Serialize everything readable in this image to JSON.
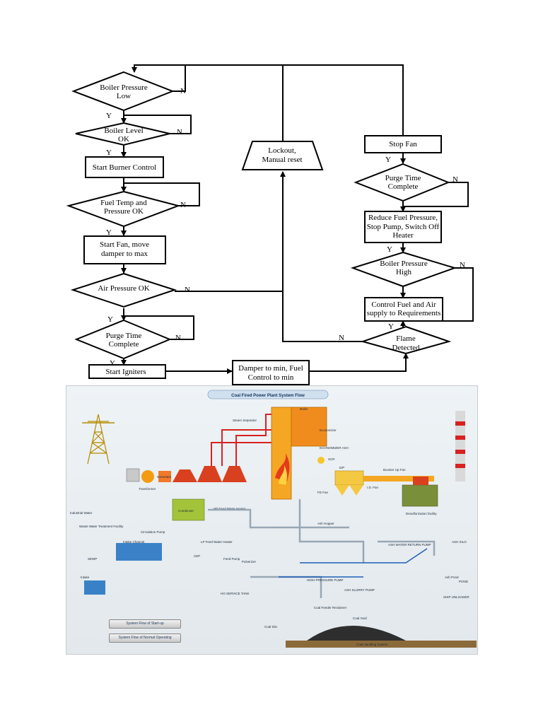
{
  "flowchart": {
    "nodes": {
      "boiler_pressure_low": [
        "Boiler Pressure",
        "Low"
      ],
      "boiler_level_ok": [
        "Boiler Level",
        "OK"
      ],
      "start_burner_control": "Start Burner Control",
      "fuel_temp_pressure_ok": [
        "Fuel Temp and",
        "Pressure OK"
      ],
      "start_fan": [
        "Start Fan, move",
        "damper to max"
      ],
      "air_pressure_ok": "Air Pressure OK",
      "purge_time_complete_left": [
        "Purge Time",
        "Complete"
      ],
      "start_igniters": "Start Igniters",
      "damper_to_min": [
        "Damper to min, Fuel",
        "Control to min"
      ],
      "lockout": [
        "Lockout,",
        "Manual reset"
      ],
      "stop_fan": "Stop Fan",
      "purge_time_complete_right": [
        "Purge Time",
        "Complete"
      ],
      "reduce_fuel": [
        "Reduce Fuel Pressure,",
        "Stop Pump, Switch Off",
        "Heater"
      ],
      "boiler_pressure_high": [
        "Boiler Pressure",
        "High"
      ],
      "control_fuel_air": [
        "Control Fuel and Air",
        "supply to Requirements"
      ],
      "flame_detected": [
        "Flame",
        "Detected"
      ]
    },
    "yes_label": "Y",
    "no_label": "N"
  },
  "plant_diagram": {
    "title": "Coal Fired Power Plant System Flow",
    "labels": {
      "boiler": "Boiler",
      "steam_separator": "Steam Separator",
      "economizer": "Economizer",
      "economizer_ash": "ECONOMIZER ASH",
      "scr": "SCR",
      "booster_up_fan": "Booster Up Fan",
      "transformer": "Transformer",
      "generator": "Generator",
      "condenser": "Condenser",
      "lp_feed_water_heater": "LP Feed Water Heater",
      "hp_feed_water_heater": "HP Feed Water Heater",
      "industrial_water": "Industrial Water",
      "waste_water": "Waste Water Treatment Facility",
      "circulation_pump": "Circulation Pump",
      "intake_channel": "Intake Channel",
      "sewp": "SEWP",
      "intake": "Intake",
      "cep": "CEP",
      "feed_pump": "Feed Pump",
      "ho_service_tank": "HO SERVICE TANK",
      "pulverizer": "Pulverizer",
      "coal_silo": "Coal Silo",
      "desulfurization": "Desulfurization facility",
      "ash_silo": "ASH SILO",
      "ash_water_return_pump": "ASH WATER RETURN PUMP",
      "high_pressure_pump": "HIGH PRESSURE PUMP",
      "ash_slurry_pump": "ASH SLURRY PUMP",
      "ash_pond": "Ash Pond",
      "pond": "POND",
      "ship_unloader": "SHIP UNLOADER",
      "coal_feeder_reclaimer": "Coal Feeder Reclaimer",
      "coal_yard": "Coal Yard",
      "coal_handling": "Coal Handling System",
      "ash_hopper": "Ash Hopper",
      "fd_fan": "FD Fan",
      "ep": "E/P",
      "id_fan": "I.D. Fan"
    },
    "buttons": {
      "startup": "System Flow of Start-up",
      "normal": "System Flow of Normal Operating"
    }
  }
}
